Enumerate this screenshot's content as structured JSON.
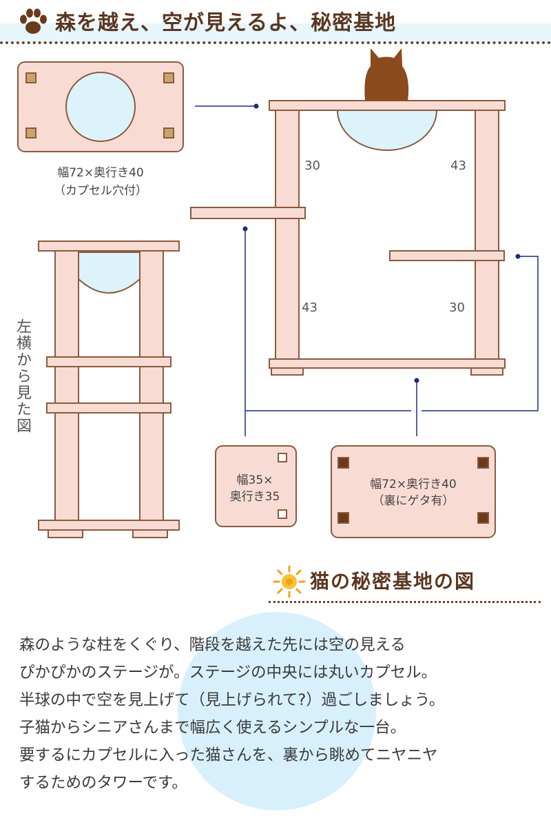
{
  "header": {
    "title": "森を越え、空が見えるよ、秘密基地",
    "icon": "paw-icon",
    "colors": {
      "brown": "#5a3620",
      "band": "#e6f6fb"
    }
  },
  "diagram": {
    "top_board_label_1": "幅72×奥行き40",
    "top_board_label_2": "（カプセル穴付）",
    "side_view_label": "左横から見た図",
    "step_board_label_1": "幅35×",
    "step_board_label_2": "奥行き35",
    "base_board_label_1": "幅72×奥行き40",
    "base_board_label_2": "（裏にゲタ有）",
    "heights": {
      "upper_left": "30",
      "upper_right": "43",
      "lower_left": "43",
      "lower_right": "30"
    },
    "colors": {
      "board_fill": "#f8dcd3",
      "board_stroke": "#8a5a3e",
      "capsule": "#dcf3fb",
      "cat": "#8a4a1e",
      "connector": "#1c2b7a"
    }
  },
  "section": {
    "title": "猫の秘密基地の図",
    "icon": "sun-icon"
  },
  "description": {
    "lines": [
      "森のような柱をくぐり、階段を越えた先には空の見える",
      "ぴかぴかのステージが。ステージの中央には丸いカプセル。",
      "半球の中で空を見上げて（見上げられて?）過ごしましょう。",
      "子猫からシニアさんまで幅広く使えるシンプルな一台。",
      "要するにカプセルに入った猫さんを、裏から眺めてニヤニヤ",
      "するためのタワーです。"
    ]
  }
}
